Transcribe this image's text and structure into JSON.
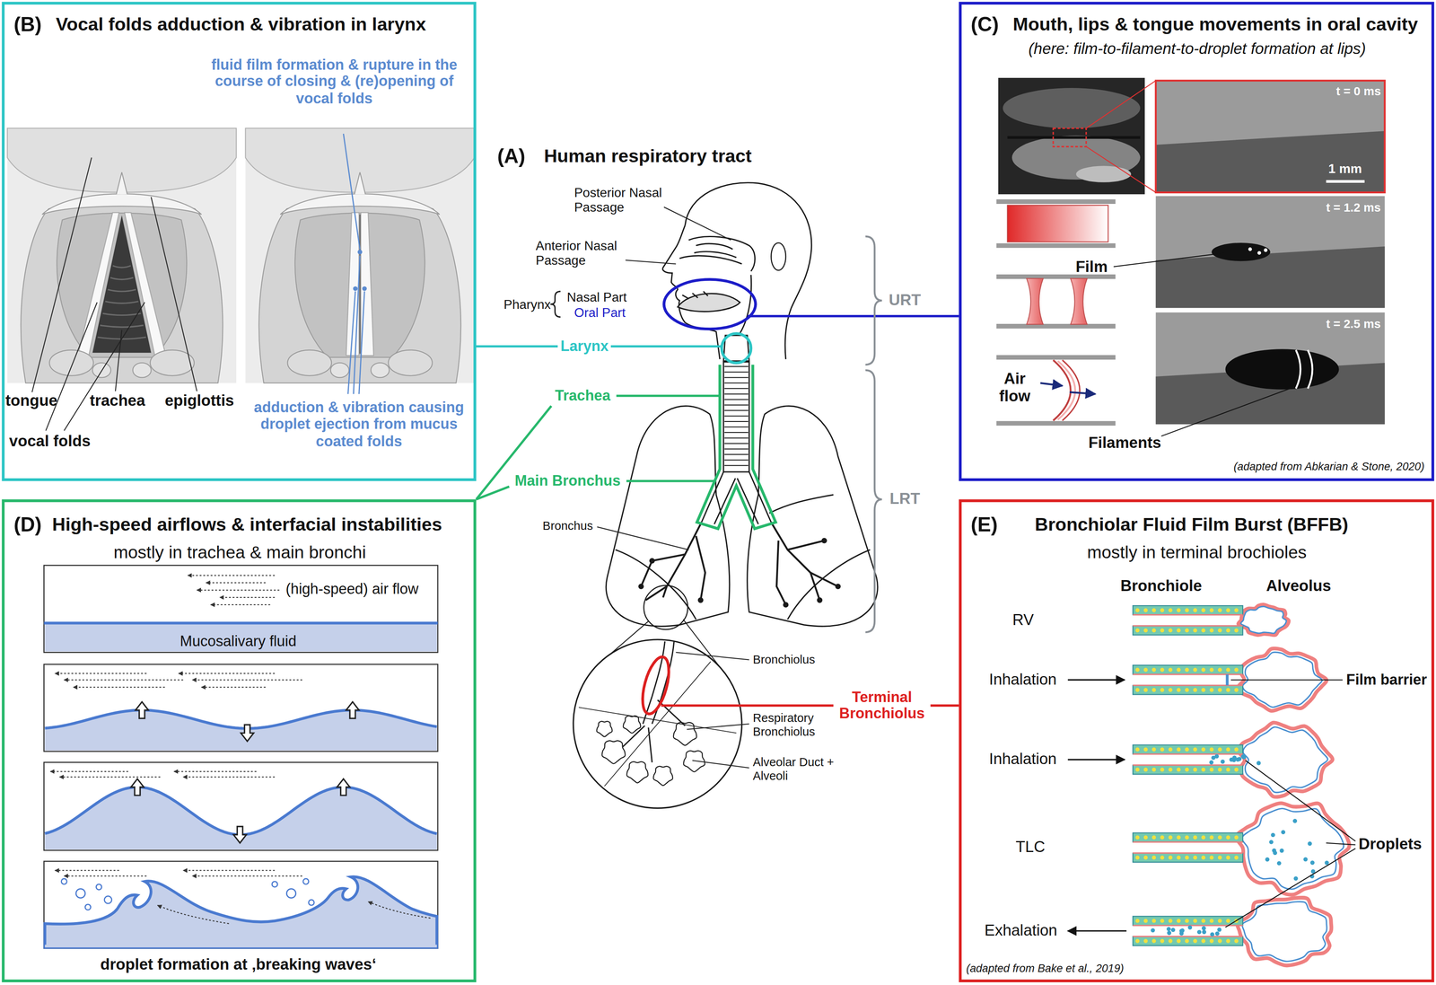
{
  "diagram": {
    "nodes": [
      {
        "text": [
          "(B)",
          "Vocal folds adduction & vibration in larynx"
        ]
      },
      {
        "text": [
          "(C)",
          "Mouth, lips & tongue movements in oral cavity",
          "(here: film-to-filament-to-droplet formation at lips)"
        ]
      },
      {
        "text": [
          "(D)",
          "High-speed airflows & interfacial instabilities",
          "mostly in trachea & main bronchi"
        ]
      },
      {
        "text": [
          "(E)",
          "Bronchiolar Fluid Film Burst (BFFB)",
          "mostly in terminal brochioles"
        ]
      }
    ],
    "labels": [
      "(A)",
      "Human respiratory tract",
      "Posterior Nasal Passage",
      "Anterior Nasal Passage",
      "Pharynx",
      "Nasal Part",
      "Oral Part",
      "Larynx",
      "Trachea",
      "Main Bronchus",
      "Bronchus",
      "URT",
      "LRT",
      "Bronchiolus",
      "Respiratory Bronchiolus",
      "Alveolar Duct + Alveoli",
      "Terminal Bronchiolus",
      "tongue",
      "vocal folds",
      "trachea",
      "epiglottis",
      "fluid film formation & rupture in the course of closing & (re)opening of vocal folds",
      "adduction & vibration causing droplet ejection from mucus coated folds",
      "t = 0 ms",
      "1 mm",
      "t = 1.2 ms",
      "t = 2.5 ms",
      "Film",
      "Air flow",
      "Filaments",
      "(adapted from Abkarian & Stone, 2020)",
      "(high-speed) air flow",
      "Mucosalivary fluid",
      "droplet formation at ‚breaking waves‘",
      "Bronchiole",
      "Alveolus",
      "RV",
      "Inhalation",
      "Film barrier",
      "Inhalation",
      "TLC",
      "Droplets",
      "Exhalation",
      "(adapted from Bake et al., 2019)"
    ]
  }
}
